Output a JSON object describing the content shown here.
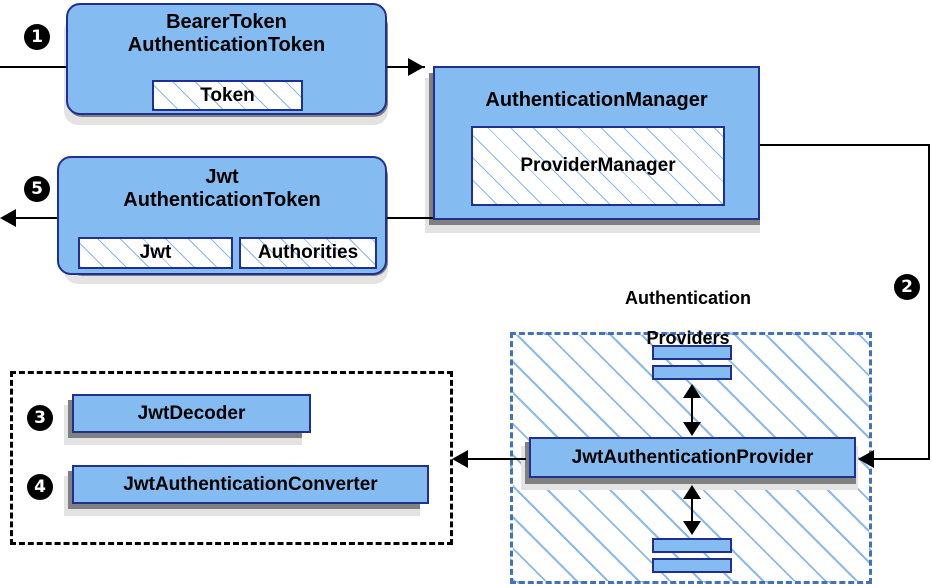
{
  "diagram": {
    "title": "Spring Security JWT Bearer Token Authentication Flow",
    "colors": {
      "node_fill": "#84BCF2",
      "node_border": "#20308F",
      "hatch_line": "#82B4EB",
      "shadow_dark": "#808080",
      "shadow_light": "#E3E3E3",
      "provider_group_border": "#4472B8",
      "left_group_border": "#000000",
      "connector": "#000000",
      "badge_fill": "#000000",
      "badge_text": "#FFFFFF"
    }
  },
  "nodes": {
    "bearer_token": {
      "title_line1": "BearerToken",
      "title_line2": "AuthenticationToken",
      "sub": {
        "token": "Token"
      }
    },
    "authentication_manager": {
      "title": "AuthenticationManager",
      "sub": {
        "provider_manager": "ProviderManager"
      }
    },
    "jwt_authentication_token": {
      "title_line1": "Jwt",
      "title_line2": "AuthenticationToken",
      "sub": {
        "jwt": "Jwt",
        "authorities": "Authorities"
      }
    },
    "jwt_authentication_provider": {
      "title": "JwtAuthenticationProvider"
    },
    "jwt_decoder": {
      "title": "JwtDecoder"
    },
    "jwt_authentication_converter": {
      "title": "JwtAuthenticationConverter"
    }
  },
  "groups": {
    "authentication_providers": {
      "label_line1": "Authentication",
      "label_line2": "Providers"
    },
    "jwt_support_components": {
      "label": ""
    }
  },
  "steps": [
    {
      "id": 1,
      "number": "❶",
      "glyph": "1"
    },
    {
      "id": 2,
      "number": "❷",
      "glyph": "2"
    },
    {
      "id": 3,
      "number": "❸",
      "glyph": "3"
    },
    {
      "id": 4,
      "number": "❹",
      "glyph": "4"
    },
    {
      "id": 5,
      "number": "❺",
      "glyph": "5"
    }
  ]
}
